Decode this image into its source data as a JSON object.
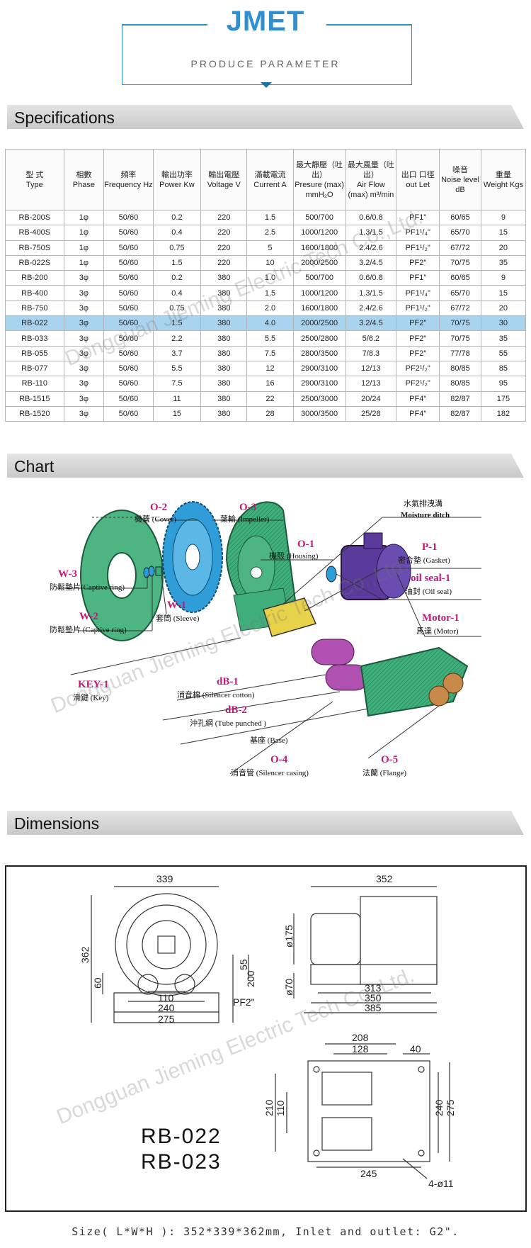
{
  "header": {
    "brand": "JMET",
    "subtitle": "PRODUCE PARAMETER"
  },
  "sections": {
    "specifications": "Specifications",
    "chart": "Chart",
    "dimensions": "Dimensions"
  },
  "table": {
    "headers": [
      {
        "cn": "型 式",
        "en": "Type"
      },
      {
        "cn": "相數",
        "en": "Phase"
      },
      {
        "cn": "頻率",
        "en": "Frequency Hz"
      },
      {
        "cn": "輸出功率",
        "en": "Power Kw"
      },
      {
        "cn": "輸出電壓",
        "en": "Voltage V"
      },
      {
        "cn": "滿載電流",
        "en": "Current A"
      },
      {
        "cn": "最大靜壓（吐出）",
        "en": "Presure (max) mmH₂O"
      },
      {
        "cn": "最大風量（吐出）",
        "en": "Air Flow (max) m³/min"
      },
      {
        "cn": "出口 口徑",
        "en": "out Let"
      },
      {
        "cn": "噪音",
        "en": "Noise level dB"
      },
      {
        "cn": "重量",
        "en": "Weight Kgs"
      }
    ],
    "rows": [
      [
        "RB-200S",
        "1φ",
        "50/60",
        "0.2",
        "220",
        "1.5",
        "500/700",
        "0.6/0.8",
        "PF1\"",
        "60/65",
        "9"
      ],
      [
        "RB-400S",
        "1φ",
        "50/60",
        "0.4",
        "220",
        "2.5",
        "1000/1200",
        "1.3/1.5",
        "PF1¹/₄\"",
        "65/70",
        "15"
      ],
      [
        "RB-750S",
        "1φ",
        "50/60",
        "0.75",
        "220",
        "5",
        "1600/1800",
        "2.4/2.6",
        "PF1¹/₂\"",
        "67/72",
        "20"
      ],
      [
        "RB-022S",
        "1φ",
        "50/60",
        "1.5",
        "220",
        "10",
        "2000/2500",
        "3.2/4.5",
        "PF2\"",
        "70/75",
        "35"
      ],
      [
        "RB-200",
        "3φ",
        "50/60",
        "0.2",
        "380",
        "1.0",
        "500/700",
        "0.6/0.8",
        "PF1\"",
        "60/65",
        "9"
      ],
      [
        "RB-400",
        "3φ",
        "50/60",
        "0.4",
        "380",
        "1.5",
        "1000/1200",
        "1.3/1.5",
        "PF1¹/₄\"",
        "65/70",
        "15"
      ],
      [
        "RB-750",
        "3φ",
        "50/60",
        "0.75",
        "380",
        "2.0",
        "1600/1800",
        "2.4/2.6",
        "PF1¹/₂\"",
        "67/72",
        "20"
      ],
      [
        "RB-022",
        "3φ",
        "50/60",
        "1.5",
        "380",
        "4.0",
        "2000/2500",
        "3.2/4.5",
        "PF2\"",
        "70/75",
        "30"
      ],
      [
        "RB-033",
        "3φ",
        "50/60",
        "2.2",
        "380",
        "5.5",
        "2500/2800",
        "5/6.2",
        "PF2\"",
        "70/75",
        "35"
      ],
      [
        "RB-055",
        "3φ",
        "50/60",
        "3.7",
        "380",
        "7.5",
        "2800/3500",
        "7/8.3",
        "PF2\"",
        "77/78",
        "55"
      ],
      [
        "RB-077",
        "3φ",
        "50/60",
        "5.5",
        "380",
        "12",
        "2900/3100",
        "12/13",
        "PF2¹/₂\"",
        "80/85",
        "85"
      ],
      [
        "RB-110",
        "3φ",
        "50/60",
        "7.5",
        "380",
        "16",
        "2900/3100",
        "12/13",
        "PF2¹/₂\"",
        "80/85",
        "95"
      ],
      [
        "RB-1515",
        "3φ",
        "50/60",
        "11",
        "380",
        "22",
        "2500/3000",
        "20/24",
        "PF4\"",
        "82/87",
        "175"
      ],
      [
        "RB-1520",
        "3φ",
        "50/60",
        "15",
        "380",
        "28",
        "3000/3500",
        "25/28",
        "PF4\"",
        "82/87",
        "182"
      ]
    ],
    "highlight_row": 7,
    "highlight_color": "#a9d4f0"
  },
  "parts": {
    "o2_code": "O-2",
    "o2_name": "機蓋 (Cover)",
    "o3_code": "O-3",
    "o3_name": "葉輪 (Impeller)",
    "o1_code": "O-1",
    "o1_name": "機殼 (Housing)",
    "w3_code": "W-3",
    "w3_name": "防鬆墊片(Captive ring)",
    "w2_code": "W-2",
    "w2_name": "防鬆墊片 (Captive ring)",
    "w1_code": "W-1",
    "w1_name": "套筒 (Sleeve)",
    "key_code": "KEY-1",
    "key_name": "滑鍵 (Key)",
    "db1_code": "dB-1",
    "db1_name": "消音棉 (Silencer cotton)",
    "db2_code": "dB-2",
    "db2_name": "沖孔網 (Tube punched )",
    "base_name": "基座 (Base)",
    "o4_code": "O-4",
    "o4_name": "消音管 (Silencer casing)",
    "o5_code": "O-5",
    "o5_name": "法蘭 (Flange)",
    "moist_cn": "水氣排洩溝",
    "moist_en": "Moisture ditch",
    "p1_code": "P-1",
    "p1_name": "密合墊 (Gasket)",
    "seal_code": "oil seal-1",
    "seal_name": "油封 (Oil seal)",
    "motor_code": "Motor-1",
    "motor_name": "馬達 (Motor)"
  },
  "dimensions": {
    "front": {
      "w": "339",
      "h": "362",
      "d55": "55",
      "d200": "200",
      "d60": "60",
      "d110": "110",
      "d240": "240",
      "d275": "275",
      "port": "PF2\""
    },
    "side": {
      "w": "352",
      "dia175": "ø175",
      "dia70": "ø70",
      "d313": "313",
      "d350": "350",
      "d385": "385"
    },
    "base": {
      "d208": "208",
      "d128": "128",
      "d40": "40",
      "d210": "210",
      "d110": "110",
      "d240": "240",
      "d275": "275",
      "d245": "245",
      "holes": "4-ø11"
    },
    "models": [
      "RB-022",
      "RB-023"
    ]
  },
  "watermark": "Dongguan Jieming Electric Tech Co.,Ltd.",
  "footer": "Size( L*W*H ): 352*339*362mm,  Inlet and outlet: G2\".",
  "colors": {
    "accent": "#2f8fcf",
    "part_code": "#c0197a",
    "housing": "#3fae7a",
    "impeller": "#2f9ed8",
    "motor": "#5a3a9a",
    "silencer": "#b050b0",
    "flange": "#c88a4a"
  }
}
